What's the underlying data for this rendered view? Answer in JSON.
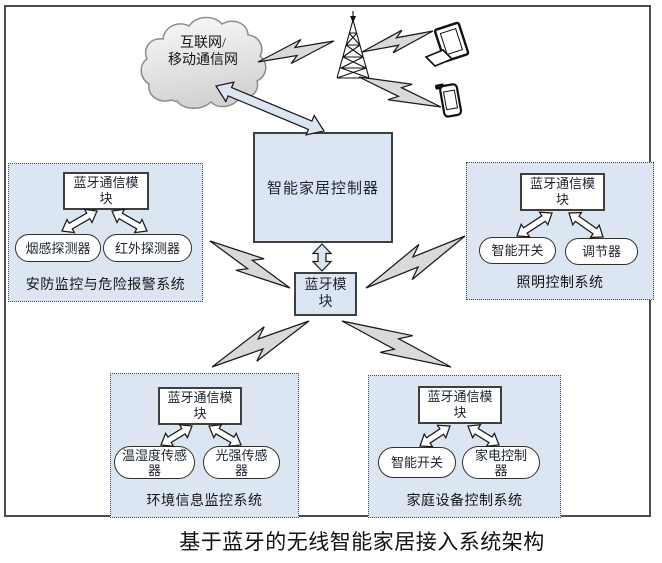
{
  "caption": "基于蓝牙的无线智能家居接入系统架构",
  "cloud": {
    "line1": "互联网/",
    "line2": "移动通信网"
  },
  "controller": {
    "label": "智能家居控制器"
  },
  "bluetooth_module": {
    "label": "蓝牙模块"
  },
  "subsystems": [
    {
      "module": "蓝牙通信模块",
      "devices": [
        "烟感探测器",
        "红外探测器"
      ],
      "name": "安防监控与危险报警系统"
    },
    {
      "module": "蓝牙通信模块",
      "devices": [
        "智能开关",
        "调节器"
      ],
      "name": "照明控制系统"
    },
    {
      "module": "蓝牙通信模块",
      "devices": [
        "温湿度传感器",
        "光强传感器"
      ],
      "name": "环境信息监控系统"
    },
    {
      "module": "蓝牙通信模块",
      "devices": [
        "智能开关",
        "家电控制器"
      ],
      "name": "家庭设备控制系统"
    }
  ],
  "icons": {
    "cloud": "internet-cloud",
    "tower": "cell-tower",
    "computer": "desktop-computer",
    "phone": "mobile-phone",
    "bolt": "wireless-link-lightning",
    "double_arrow": "bidirectional-arrow"
  },
  "colors": {
    "box_fill": "#dce6f2",
    "bolt_fill": "#d9d9d9",
    "arrow_fill": "#ffffff",
    "outline": "#1a1a1a",
    "frame_border": "#4d4d4d"
  }
}
